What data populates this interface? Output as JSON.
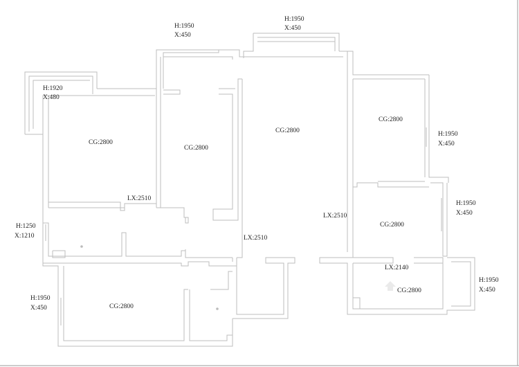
{
  "labels": {
    "win_top_left_h": "H:1950",
    "win_top_left_x": "X:450",
    "win_top_mid_h": "H:1950",
    "win_top_mid_x": "X:450",
    "win_bay_h": "H:1920",
    "win_bay_x": "X:480",
    "room_tl": "CG:2800",
    "room_tc": "CG:2800",
    "room_center": "CG:2800",
    "room_tr": "CG:2800",
    "win_right1_h": "H:1950",
    "win_right1_x": "X:450",
    "lx_left": "LX:2510",
    "lx_mid": "LX:2510",
    "lx_center": "LX:2510",
    "win_right2_h": "H:1950",
    "win_right2_x": "X:450",
    "room_mr": "CG:2800",
    "win_left_h": "H:1250",
    "win_left_x": "X:1210",
    "lx_right": "LX:2140",
    "room_bl": "CG:2800",
    "win_bl_h": "H:1950",
    "win_bl_x": "X:450",
    "room_br": "CG:2800",
    "win_br_h": "H:1950",
    "win_br_x": "X:450"
  }
}
